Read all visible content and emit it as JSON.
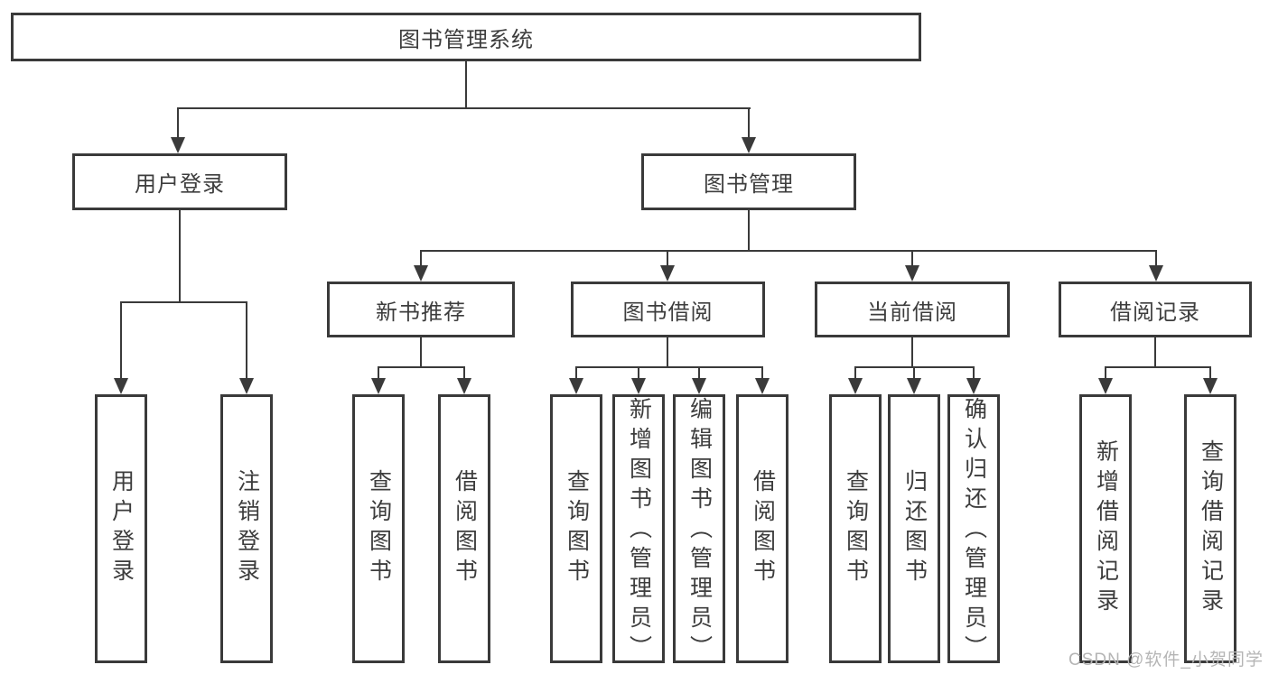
{
  "tree": {
    "label": "图书管理系统",
    "children": [
      {
        "label": "用户登录",
        "children": [
          {
            "label": "用户登录"
          },
          {
            "label": "注销登录"
          }
        ]
      },
      {
        "label": "图书管理",
        "children": [
          {
            "label": "新书推荐",
            "children": [
              {
                "label": "查询图书"
              },
              {
                "label": "借阅图书"
              }
            ]
          },
          {
            "label": "图书借阅",
            "children": [
              {
                "label": "查询图书"
              },
              {
                "label": "新增图书（管理员）"
              },
              {
                "label": "编辑图书（管理员）"
              },
              {
                "label": "借阅图书"
              }
            ]
          },
          {
            "label": "当前借阅",
            "children": [
              {
                "label": "查询图书"
              },
              {
                "label": "归还图书"
              },
              {
                "label": "确认归还（管理员）"
              }
            ]
          },
          {
            "label": "借阅记录",
            "children": [
              {
                "label": "新增借阅记录"
              },
              {
                "label": "查询借阅记录"
              }
            ]
          }
        ]
      }
    ]
  },
  "watermark": "CSDN @软件_小贺同学",
  "colors": {
    "line": "#3a3a3a",
    "text": "#3d3d3d",
    "watermark": "#b5b5b5",
    "background": "#ffffff"
  }
}
